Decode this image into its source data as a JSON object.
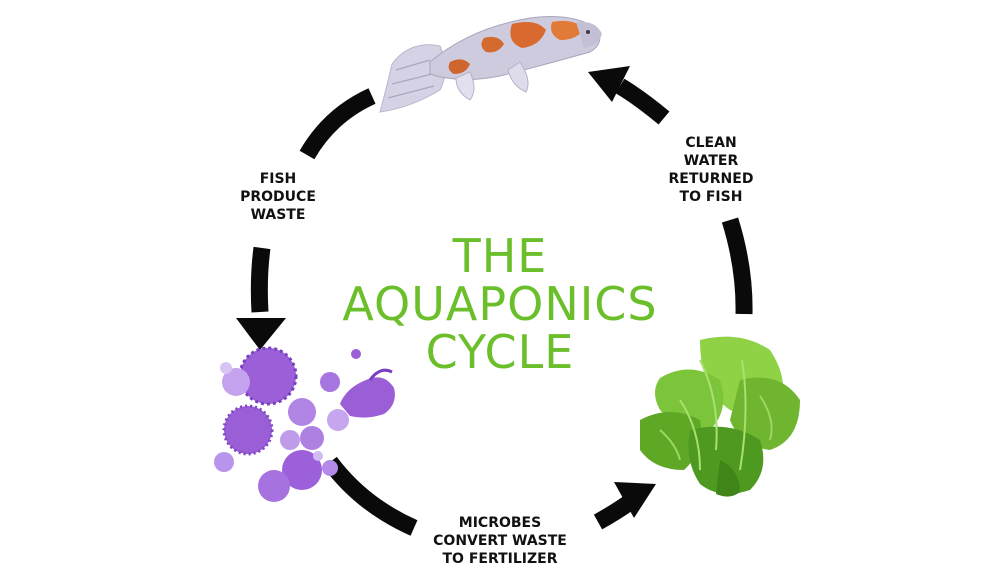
{
  "title": {
    "line1": "THE",
    "line2": "AQUAPONICS",
    "line3": "CYCLE"
  },
  "labels": {
    "fish_waste": [
      "FISH",
      "PRODUCE",
      "WASTE"
    ],
    "clean_water": [
      "CLEAN",
      "WATER",
      "RETURNED",
      "TO FISH"
    ],
    "microbes": [
      "MICROBES",
      "CONVERT WASTE",
      "TO FERTILIZER"
    ]
  },
  "colors": {
    "title": "#6abf2a",
    "arrow": "#0a0a0a",
    "fish_body": "#c9c7d8",
    "fish_orange": "#d96a2f",
    "microbe_purple": "#9b5fd8",
    "lettuce_green": "#7cc43a"
  },
  "icons": {
    "fish": "koi-fish-illustration",
    "microbes": "microbes-illustration",
    "plant": "lettuce-illustration"
  }
}
